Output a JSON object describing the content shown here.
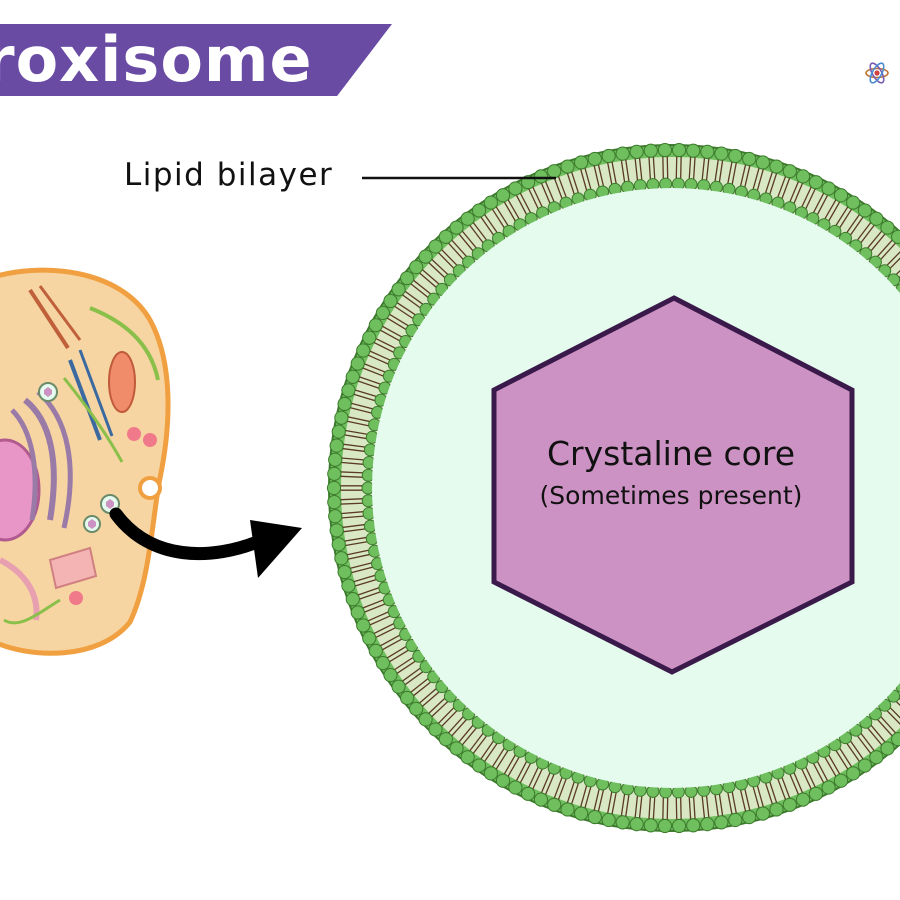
{
  "header": {
    "title": "roxisome",
    "title_color": "#ffffff",
    "banner_color": "#6a4ba4",
    "logo_icon": "atom-icon"
  },
  "diagram": {
    "labels": {
      "lipid_bilayer": "Lipid bilayer",
      "core_title": "Crystaline core",
      "core_subtitle": "(Sometimes present)"
    },
    "colors": {
      "membrane_head": "#6fbf5e",
      "membrane_head_stroke": "#3c7a2c",
      "membrane_tail": "#5a3a22",
      "lumen": "#e4fbee",
      "core_fill": "#cd92c4",
      "core_stroke": "#3a1a4a",
      "cell_fill": "#f6d5a3",
      "cell_outline": "#f0a040",
      "arrow": "#000000"
    }
  }
}
